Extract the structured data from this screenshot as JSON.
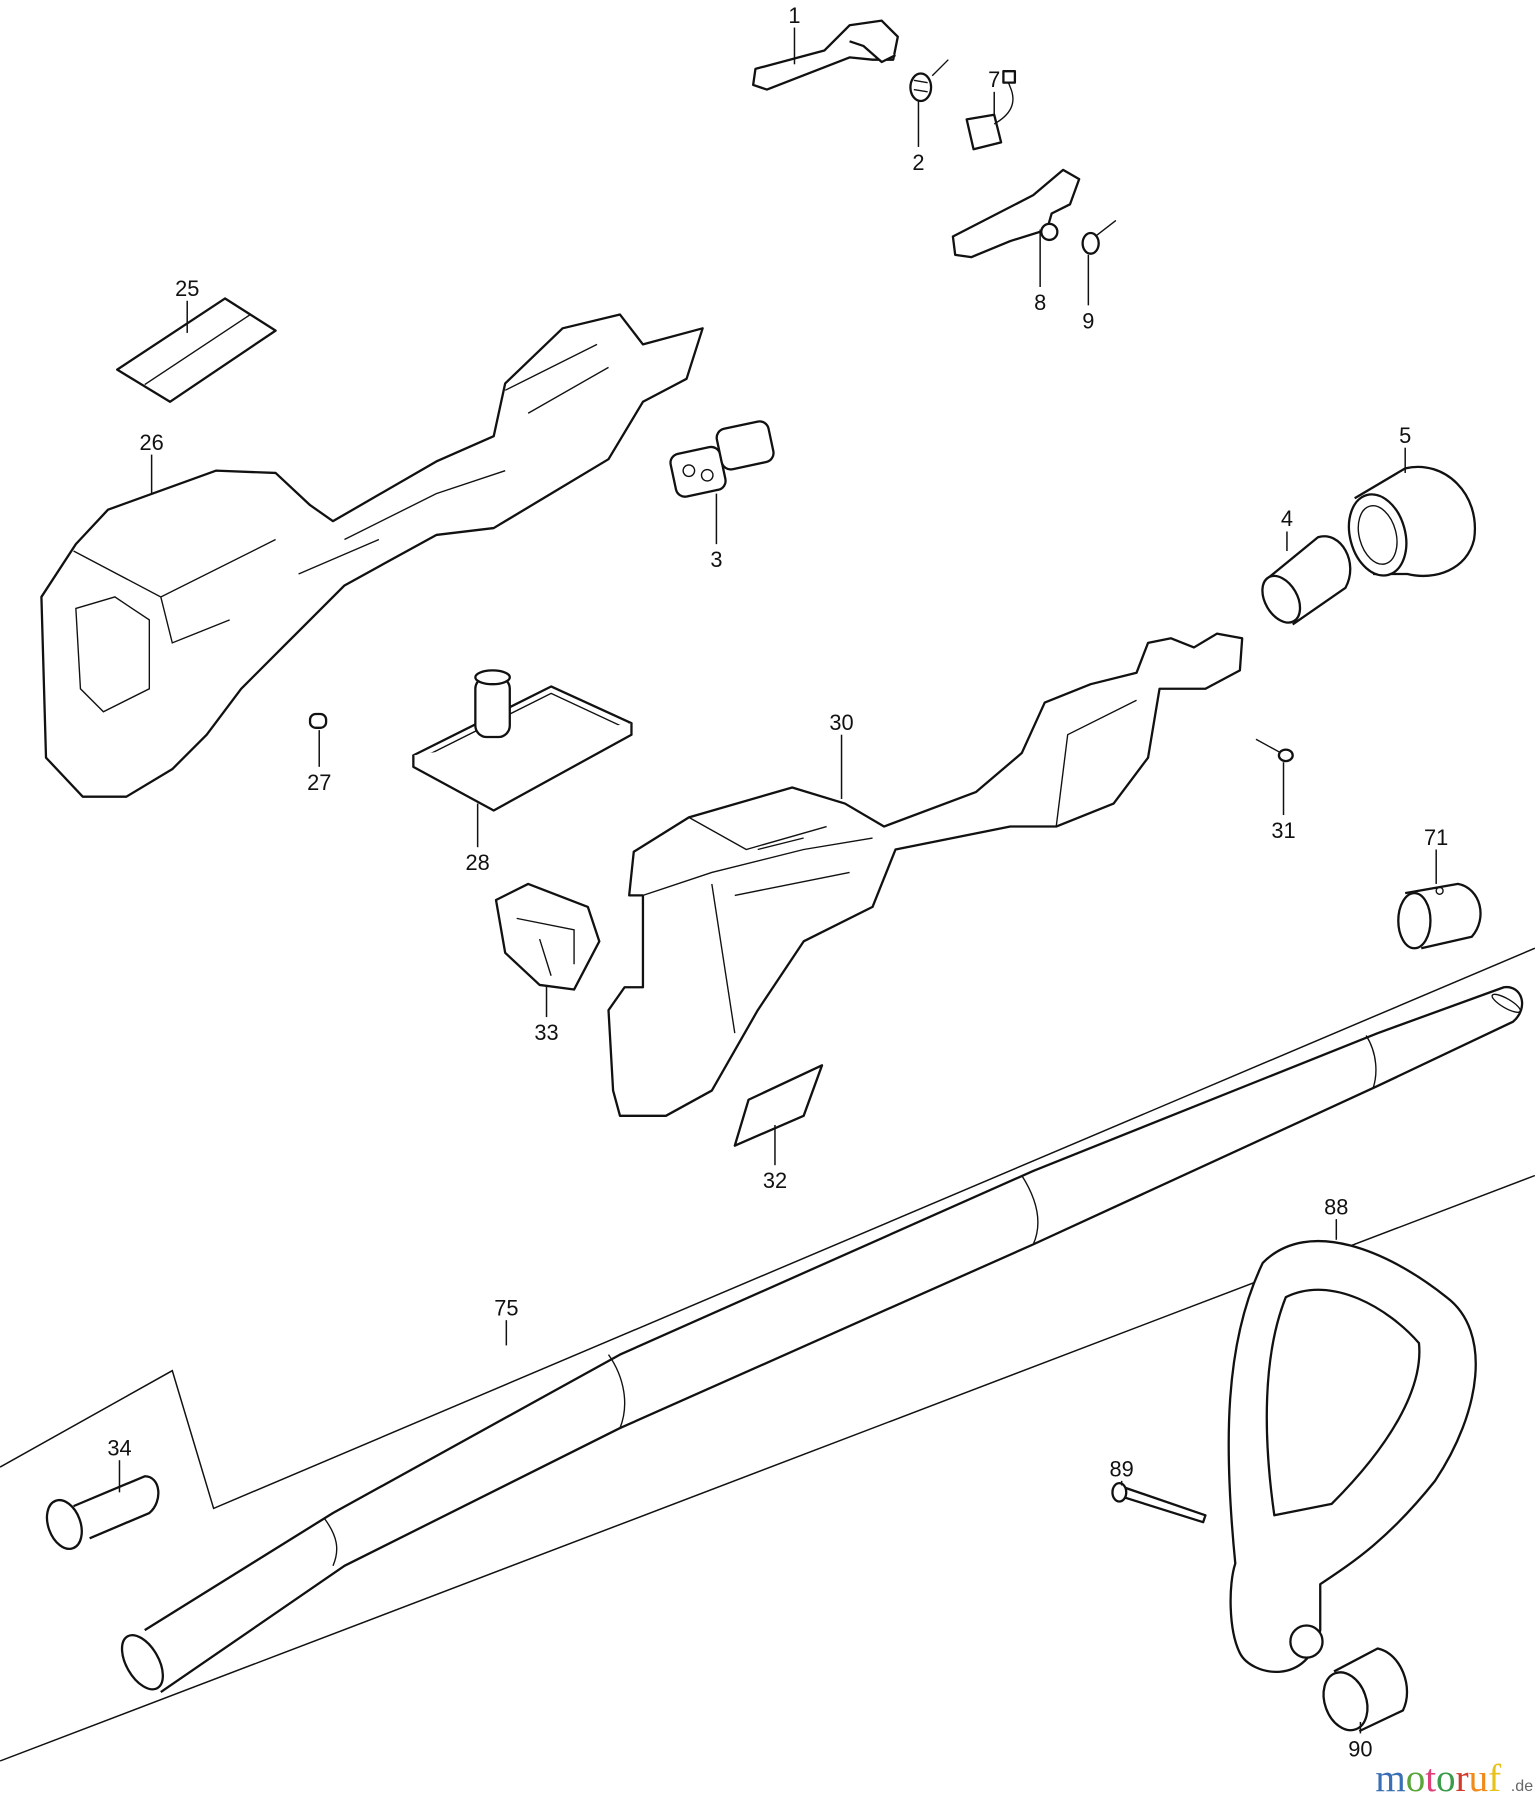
{
  "parts": [
    {
      "id": "part-1",
      "number": "1"
    },
    {
      "id": "part-2",
      "number": "2"
    },
    {
      "id": "part-3",
      "number": "3"
    },
    {
      "id": "part-4",
      "number": "4"
    },
    {
      "id": "part-5",
      "number": "5"
    },
    {
      "id": "part-7",
      "number": "7"
    },
    {
      "id": "part-8",
      "number": "8"
    },
    {
      "id": "part-9",
      "number": "9"
    },
    {
      "id": "part-25",
      "number": "25"
    },
    {
      "id": "part-26",
      "number": "26"
    },
    {
      "id": "part-27",
      "number": "27"
    },
    {
      "id": "part-28",
      "number": "28"
    },
    {
      "id": "part-30",
      "number": "30"
    },
    {
      "id": "part-31",
      "number": "31"
    },
    {
      "id": "part-32",
      "number": "32"
    },
    {
      "id": "part-33",
      "number": "33"
    },
    {
      "id": "part-34",
      "number": "34"
    },
    {
      "id": "part-71",
      "number": "71"
    },
    {
      "id": "part-75",
      "number": "75"
    },
    {
      "id": "part-88",
      "number": "88"
    },
    {
      "id": "part-89",
      "number": "89"
    },
    {
      "id": "part-90",
      "number": "90"
    }
  ],
  "watermark": {
    "text": "motoruf",
    "suffix": ".de",
    "letter_colors": [
      "#3a6fb5",
      "#5aa53a",
      "#e0407a",
      "#3a9c4a",
      "#d43a2a",
      "#f08a1a",
      "#e8c21a"
    ]
  }
}
